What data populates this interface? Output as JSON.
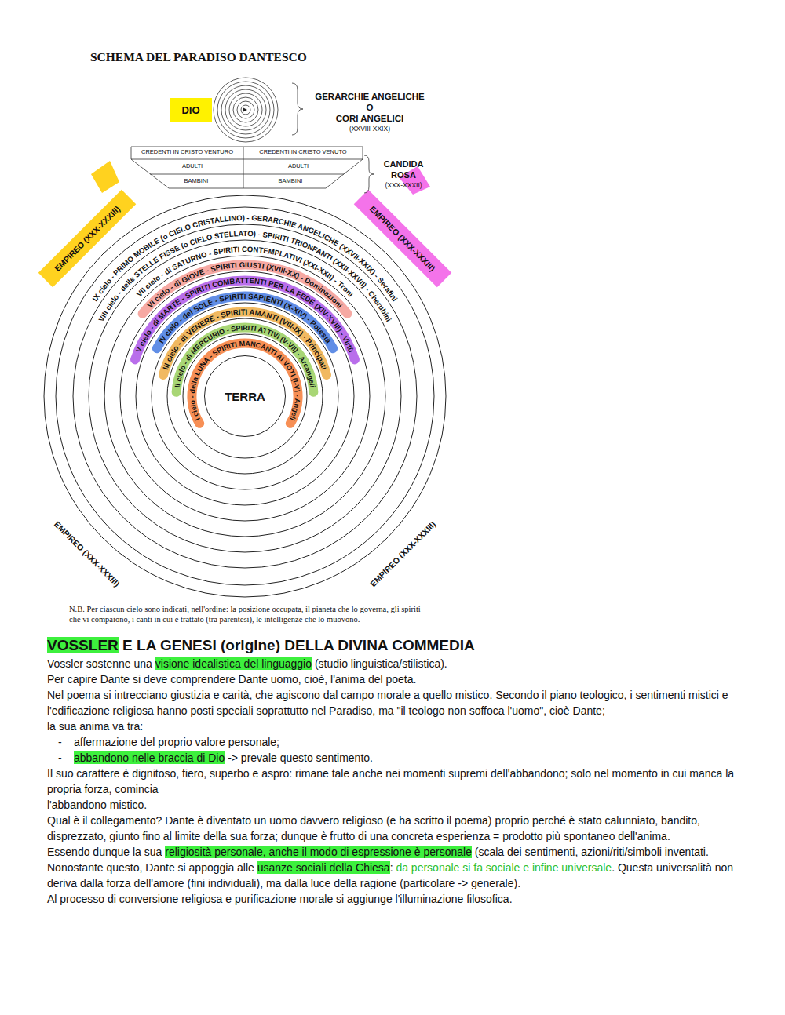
{
  "diagram": {
    "title": "SCHEMA DEL PARADISO DANTESCO",
    "caption": "N.B. Per ciascun cielo sono indicati, nell'ordine: la posizione occupata, il pianeta che lo governa, gli spiriti che vi compaiono, i canti in cui è trattato (tra parentesi), le intelligenze che lo muovono.",
    "nodes": [
      {
        "text": [
          "DIO"
        ]
      },
      {
        "text": [
          "TERRA"
        ]
      }
    ],
    "labels": [
      "GERARCHIE ANGELICHE",
      "O",
      "CORI ANGELICI",
      "(XXVIII-XXIX)",
      "CREDENTI IN CRISTO VENTURO",
      "CREDENTI IN CRISTO VENUTO",
      "ADULTI",
      "ADULTI",
      "BAMBINI",
      "BAMBINI",
      "CANDIDA",
      "ROSA",
      "(XXX-XXXII)",
      "EMPIREO (XXX-XXXIII)",
      "EMPIREO (XXX-XXXIII)",
      "IX cielo - PRIMO MOBILE (o CIELO CRISTALLINO) - GERARCHIE ANGELICHE (XXVII-XXIX) - Serafini",
      "VIII cielo - delle STELLE FISSE (o CIELO STELLATO) - SPIRITI TRIONFANTI (XXII-XXVII) - Cherubini",
      "VII cielo - di SATURNO - SPIRITI CONTEMPLATIVI (XXI-XXII) - Troni",
      "VI cielo - di GIOVE - SPIRITI GIUSTI (XVIII-XX) - Dominazioni",
      "V cielo - di MARTE - SPIRITI COMBATTENTI PER LA FEDE (XIV-XVIII) - Virtù",
      "IV cielo - del SOLE - SPIRITI SAPIENTI (X-XIV) - Potestà",
      "III cielo - di VENERE - SPIRITI AMANTI (VIII-IX) - Principati",
      "II cielo - di MERCURIO - SPIRITI ATTIVI (V-VII) - Arcangeli",
      "I cielo - della LUNA - SPIRITI MANCANTI AI VOTI (I-V) - Angeli",
      "EMPIREO (XXX-XXXIII)",
      "EMPIREO (XXX-XXXIII)",
      "VOSSLER",
      "E LA GENESI (origine) DELLA DIVINA COMMEDIA",
      "Vossler sostenne una",
      "visione idealistica del linguaggio",
      "(studio linguistica/stilistica).",
      "Per capire Dante si deve comprendere Dante uomo, cioè, l'anima del poeta.",
      "Nel poema si intrecciano giustizia e carità, che agiscono dal campo morale a quello mistico. Secondo il piano teologico, i sentimenti mistici e l'edificazione religiosa hanno posti speciali soprattutto nel Paradiso, ma \"il teologo non soffoca l'uomo\", cioè Dante;",
      "la sua anima va tra:",
      "-",
      "affermazione del proprio valore personale;",
      "-",
      "abbandono nelle braccia di Dio",
      "-> prevale questo sentimento.",
      "Il suo carattere è dignitoso, fiero, superbo e aspro: rimane tale anche nei momenti supremi dell'abbandono; solo nel momento in cui manca la propria forza, comincia",
      "l'abbandono mistico.",
      "Qual è il collegamento? Dante è diventato un uomo davvero religioso (e ha scritto il poema) proprio perché è stato calunniato, bandito, disprezzato, giunto fino al limite della sua forza; dunque è frutto di una concreta esperienza = prodotto più spontaneo dell'anima.",
      "Essendo dunque la sua",
      "religiosità personale, anche il modo di espressione è personale",
      "(scala dei sentimenti, azioni/riti/simboli inventati.",
      "Nonostante questo, Dante si appoggia alle",
      "usanze sociali della Chiesa",
      ":",
      "da personale si fa sociale e infine universale",
      ". Questa universalità non deriva dalla forza dell'amore (fini individuali), ma dalla luce della ragione (particolare -> generale).",
      "Al processo di conversione religiosa e purificazione morale si aggiunge l'illuminazione filosofica."
    ]
  }
}
